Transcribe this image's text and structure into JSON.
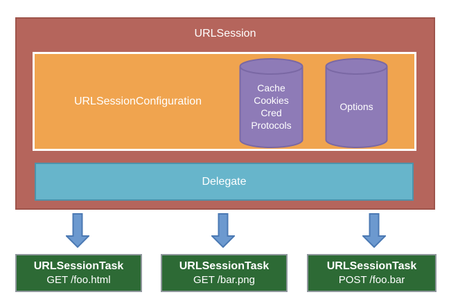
{
  "diagram": {
    "session": {
      "title": "URLSession",
      "configuration": {
        "label": "URLSessionConfiguration",
        "store_cylinder": {
          "lines": [
            "Cache",
            "Cookies",
            "Cred",
            "Protocols"
          ]
        },
        "options_cylinder": {
          "lines": [
            "Options"
          ]
        }
      },
      "delegate": {
        "label": "Delegate"
      }
    },
    "arrow_icon": "down-arrow",
    "tasks": [
      {
        "title": "URLSessionTask",
        "request": "GET /foo.html"
      },
      {
        "title": "URLSessionTask",
        "request": "GET /bar.png"
      },
      {
        "title": "URLSessionTask",
        "request": "POST /foo.bar"
      }
    ],
    "colors": {
      "session_fill": "#b5655c",
      "session_border": "#9e544b",
      "config_fill": "#f0a44f",
      "config_border": "#ffffff",
      "cylinder_fill": "#8e7bb7",
      "cylinder_border": "#7a68a4",
      "delegate_fill": "#67b5cb",
      "delegate_border": "#4e92a9",
      "arrow_fill": "#6c99cf",
      "arrow_border": "#4b79b3",
      "task_fill": "#2d6a35",
      "task_border": "#8f979c",
      "label_text": "#ffffff"
    }
  }
}
